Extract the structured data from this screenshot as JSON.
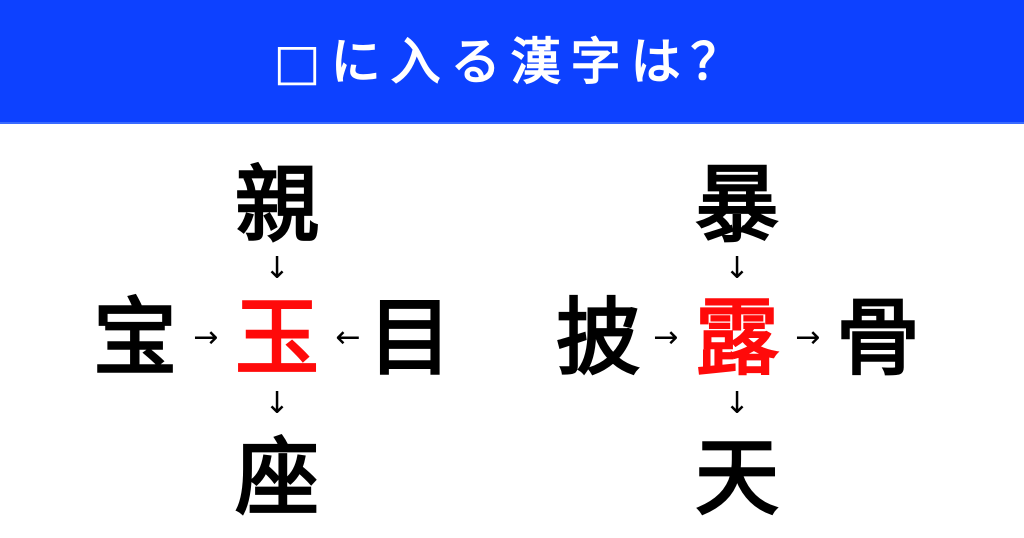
{
  "header": {
    "title": "□に入る漢字は？",
    "background_color": "#0d41ff",
    "text_color": "#ffffff"
  },
  "colors": {
    "answer": "#ff0a0a",
    "clue": "#000000",
    "background": "#ffffff"
  },
  "puzzles": [
    {
      "answer": "玉",
      "top": "親",
      "left": "宝",
      "right": "目",
      "bottom": "座",
      "arrows": {
        "top": "↓",
        "left": "→",
        "right": "←",
        "bottom": "↓"
      }
    },
    {
      "answer": "露",
      "top": "暴",
      "left": "披",
      "right": "骨",
      "bottom": "天",
      "arrows": {
        "top": "↓",
        "left": "→",
        "right": "→",
        "bottom": "↓"
      }
    }
  ]
}
